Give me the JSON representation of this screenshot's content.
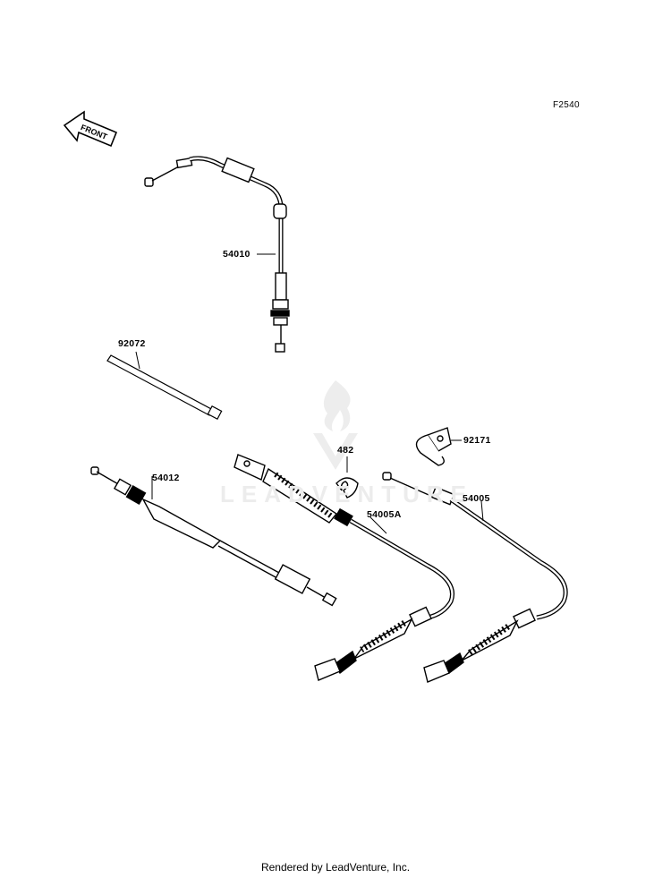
{
  "figure_code": "F2540",
  "watermark": "LEADVENTURE",
  "front_indicator": "FRONT",
  "parts": {
    "throttle_cable": "54010",
    "band": "92072",
    "cable_54012": "54012",
    "e_ring": "482",
    "clamp": "92171",
    "brake_cable_a": "54005A",
    "brake_cable": "54005"
  },
  "footer": "Rendered by LeadVenture, Inc."
}
